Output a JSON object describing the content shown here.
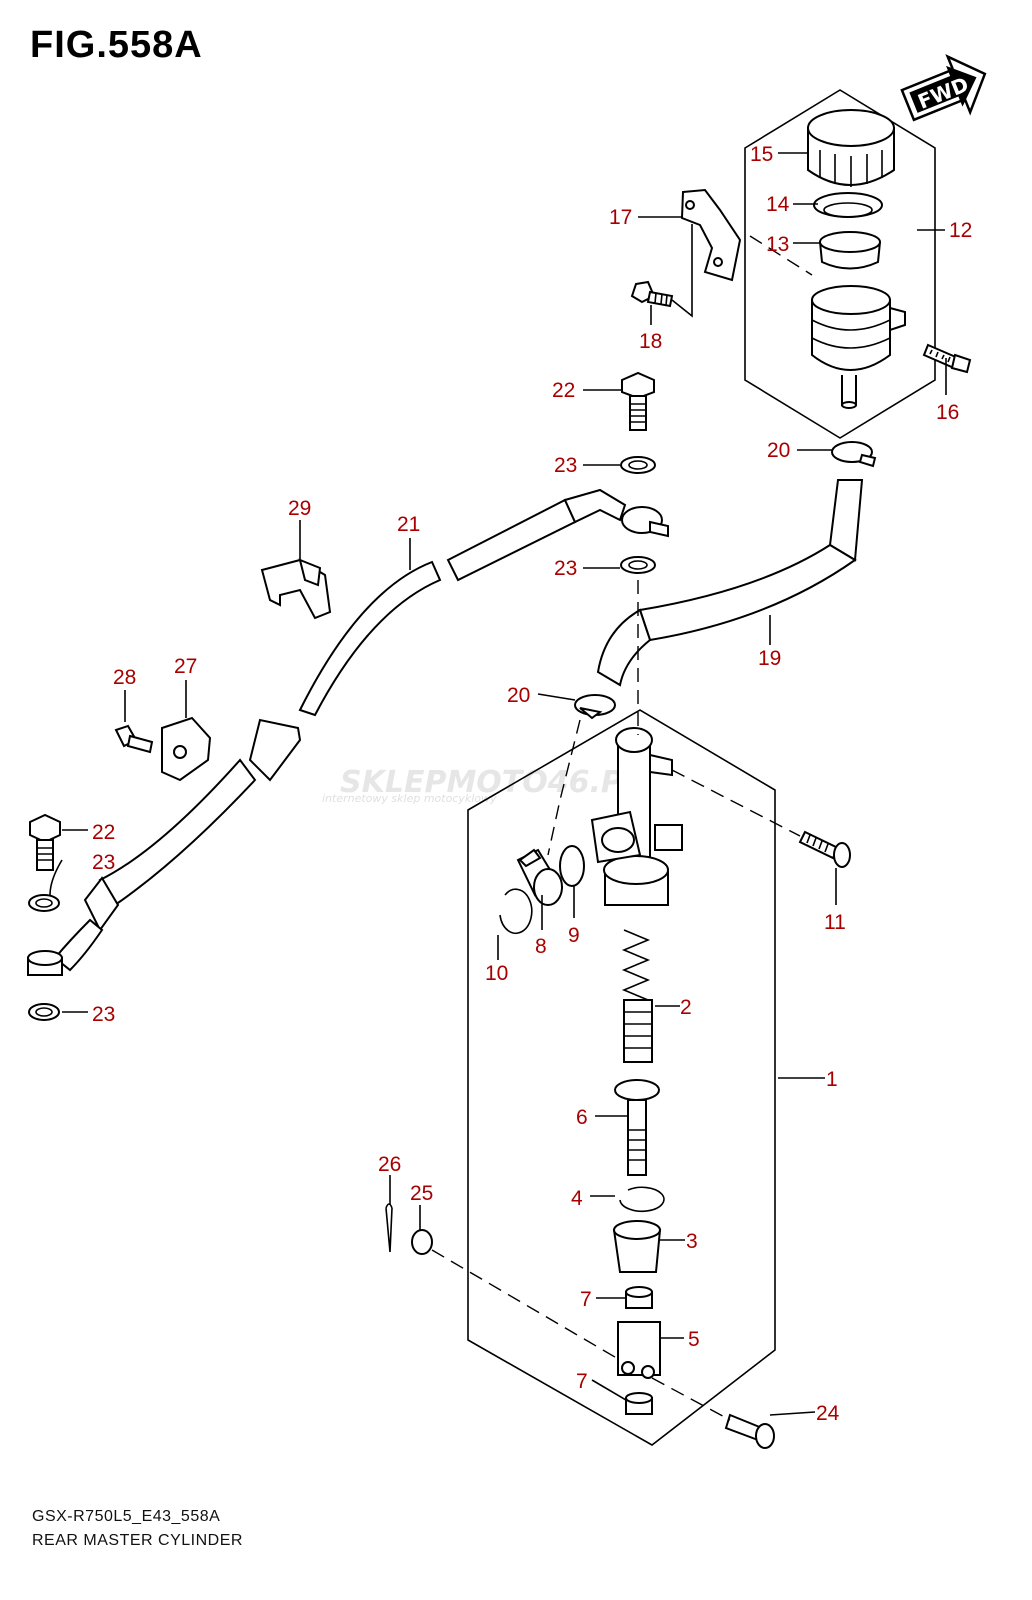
{
  "figure": {
    "title": "FIG.558A",
    "footer_code": "GSX-R750L5_E43_558A",
    "footer_name": "REAR MASTER CYLINDER"
  },
  "fwd_label": "FWD",
  "watermark": {
    "main": "SKLEPMOTO46.PL",
    "sub": "internetowy sklep motocyklowy"
  },
  "callouts": [
    {
      "id": "c1",
      "label": "1"
    },
    {
      "id": "c2",
      "label": "2"
    },
    {
      "id": "c3",
      "label": "3"
    },
    {
      "id": "c4",
      "label": "4"
    },
    {
      "id": "c5",
      "label": "5"
    },
    {
      "id": "c6",
      "label": "6"
    },
    {
      "id": "c7a",
      "label": "7"
    },
    {
      "id": "c7b",
      "label": "7"
    },
    {
      "id": "c8",
      "label": "8"
    },
    {
      "id": "c9",
      "label": "9"
    },
    {
      "id": "c10",
      "label": "10"
    },
    {
      "id": "c11",
      "label": "11"
    },
    {
      "id": "c12",
      "label": "12"
    },
    {
      "id": "c13",
      "label": "13"
    },
    {
      "id": "c14",
      "label": "14"
    },
    {
      "id": "c15",
      "label": "15"
    },
    {
      "id": "c16",
      "label": "16"
    },
    {
      "id": "c17",
      "label": "17"
    },
    {
      "id": "c18",
      "label": "18"
    },
    {
      "id": "c19",
      "label": "19"
    },
    {
      "id": "c20a",
      "label": "20"
    },
    {
      "id": "c20b",
      "label": "20"
    },
    {
      "id": "c21",
      "label": "21"
    },
    {
      "id": "c22a",
      "label": "22"
    },
    {
      "id": "c22b",
      "label": "22"
    },
    {
      "id": "c23a",
      "label": "23"
    },
    {
      "id": "c23b",
      "label": "23"
    },
    {
      "id": "c23c",
      "label": "23"
    },
    {
      "id": "c23d",
      "label": "23"
    },
    {
      "id": "c24",
      "label": "24"
    },
    {
      "id": "c25",
      "label": "25"
    },
    {
      "id": "c26",
      "label": "26"
    },
    {
      "id": "c27",
      "label": "27"
    },
    {
      "id": "c28",
      "label": "28"
    },
    {
      "id": "c29",
      "label": "29"
    }
  ]
}
